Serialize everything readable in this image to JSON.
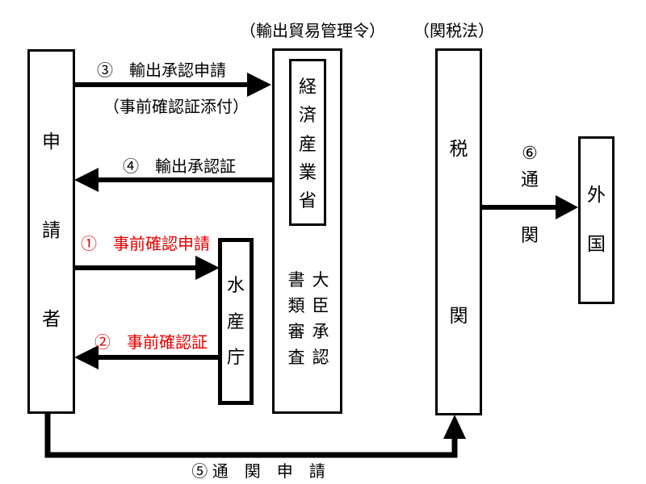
{
  "top_labels": {
    "trade_order": "（輸出貿易管理令）",
    "customs_law": "（関税法）"
  },
  "boxes": {
    "applicant": [
      "申",
      "請",
      "者"
    ],
    "meti": [
      "経",
      "済",
      "産",
      "業",
      "省"
    ],
    "document_review": [
      "書",
      "類",
      "審",
      "査"
    ],
    "minister_approval": [
      "大",
      "臣",
      "承",
      "認"
    ],
    "fisheries_agency": [
      "水",
      "産",
      "庁"
    ],
    "customs": [
      "税",
      "関"
    ],
    "foreign_country": [
      "外",
      "国"
    ]
  },
  "labels": {
    "step1": "①　事前確認申請",
    "step2": "②　事前確認証",
    "step3": "③　輸出承認申請",
    "step3_note": "（事前確認証添付）",
    "step4": "④　輸出承認証",
    "step5": "⑤ 通　関　申　請",
    "step6": [
      "⑥",
      "通",
      "関"
    ]
  },
  "colors": {
    "line": "#000000",
    "highlight": "#e60000",
    "background": "#ffffff"
  }
}
